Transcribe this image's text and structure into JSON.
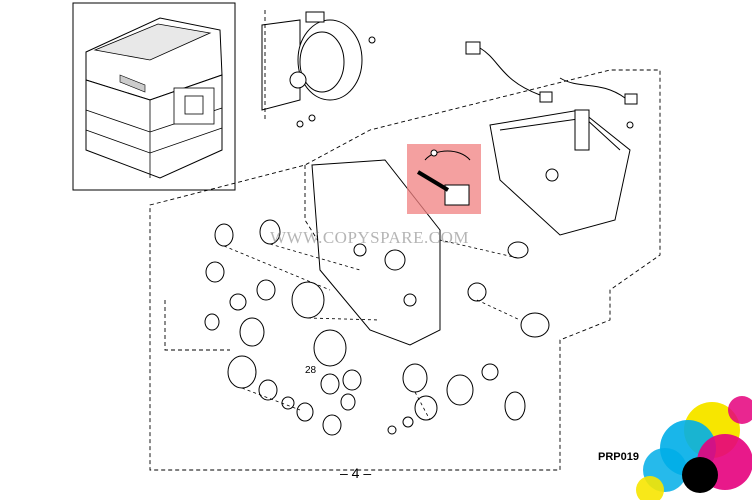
{
  "diagram": {
    "callouts": [
      {
        "label": "28"
      }
    ],
    "watermark": "WWW.COPYSPARE.COM",
    "page_number": "– 4 –",
    "figure_ref": "PRP019",
    "highlight_color": "#f08080"
  }
}
